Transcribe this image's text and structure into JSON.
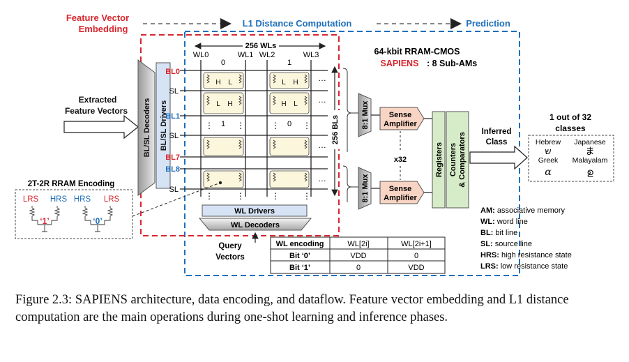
{
  "stage_labels": {
    "embedding_line1": "Feature Vector",
    "embedding_line2": "Embedding",
    "l1": "L1 Distance Computation",
    "prediction": "Prediction"
  },
  "input": {
    "line1": "Extracted",
    "line2": "Feature Vectors"
  },
  "decoders": {
    "bl_sl_decoders": "BL/SL Decoders",
    "bl_sl_drivers": "BL/SL Drivers"
  },
  "array": {
    "wls_label": "256 WLs",
    "bls_label": "256 BLs",
    "wl_labels": [
      "WL0",
      "WL1",
      "WL2",
      "WL3"
    ],
    "bl_labels": [
      "BL0",
      "BL1",
      "BL7",
      "BL8"
    ],
    "sl_label": "SL",
    "top_bits": [
      "0",
      "1"
    ],
    "mid_bits": [
      "1",
      "0"
    ],
    "cell_H": "H",
    "cell_L": "L",
    "ellipsis": "…",
    "vdots": "⋮",
    "wl_drivers": "WL Drivers",
    "wl_decoders": "WL Decoders"
  },
  "chip": {
    "title": "64-kbit RRAM-CMOS",
    "brand": "SAPIENS",
    "sub": ": 8 Sub-AMs"
  },
  "mux_label": "8:1 Mux",
  "sense_amp": {
    "line1": "Sense",
    "line2": "Amplifier"
  },
  "x32": "x32",
  "registers": "Registers",
  "counters_line1": "Counters",
  "counters_line2": "& Comparators",
  "inferred": {
    "line1": "Inferred",
    "line2": "Class"
  },
  "classes": {
    "title_line1": "1 out of 32",
    "title_line2": "classes",
    "names": [
      "Hebrew",
      "Japanese",
      "Greek",
      "Malayalam"
    ],
    "glyphs": [
      "ש",
      "ま",
      "α",
      "ഉ"
    ]
  },
  "encoding": {
    "title": "2T-2R RRAM Encoding",
    "lrs": "LRS",
    "hrs": "HRS",
    "bit_one": "‘1’",
    "bit_zero": "‘0’"
  },
  "query": {
    "line1": "Query",
    "line2": "Vectors"
  },
  "wl_table": {
    "header": [
      "WL encoding",
      "WL[2i]",
      "WL[2i+1]"
    ],
    "rows": [
      [
        "Bit ‘0’",
        "VDD",
        "0"
      ],
      [
        "Bit ‘1’",
        "0",
        "VDD"
      ]
    ]
  },
  "legend": [
    {
      "key": "AM:",
      "value": " associative memory"
    },
    {
      "key": "WL:",
      "value": " word line"
    },
    {
      "key": "BL:",
      "value": " bit line"
    },
    {
      "key": "SL:",
      "value": " source line"
    },
    {
      "key": "HRS:",
      "value": " high resistance state"
    },
    {
      "key": "LRS:",
      "value": " low resistance state"
    }
  ],
  "caption": "Figure 2.3: SAPIENS architecture, data encoding, and dataflow. Feature vector embedding and L1 distance computation are the main operations during one-shot learning and inference phases.",
  "colors": {
    "red": "#d8262e",
    "blue": "#1f6fba",
    "green_box": "#d6ecc8",
    "pink_box": "#f8d4c4",
    "cell_fill": "#fbf6dc"
  }
}
